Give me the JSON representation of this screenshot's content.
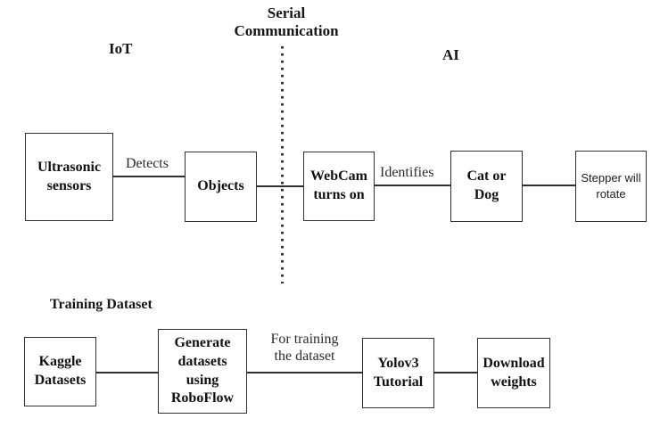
{
  "diagram": {
    "headers": {
      "serial": "Serial Communication",
      "iot": "IoT",
      "ai": "AI",
      "training": "Training Dataset"
    },
    "nodes": {
      "ultrasonic": {
        "label": "Ultrasonic sensors"
      },
      "objects": {
        "label": "Objects"
      },
      "webcam": {
        "label": "WebCam turns on"
      },
      "catdog": {
        "label": "Cat or Dog"
      },
      "stepper": {
        "label": "Stepper will rotate"
      },
      "kaggle": {
        "label": "Kaggle Datasets"
      },
      "roboflow": {
        "label": "Generate datasets using RoboFlow"
      },
      "yolo": {
        "label": "Yolov3 Tutorial"
      },
      "weights": {
        "label": "Download weights"
      }
    },
    "edge_labels": {
      "detects": "Detects",
      "identifies": "Identifies",
      "for_training": "For training the dataset"
    },
    "colors": {
      "background": "#ffffff",
      "line": "#2f2f2f",
      "text": "#111111"
    }
  }
}
